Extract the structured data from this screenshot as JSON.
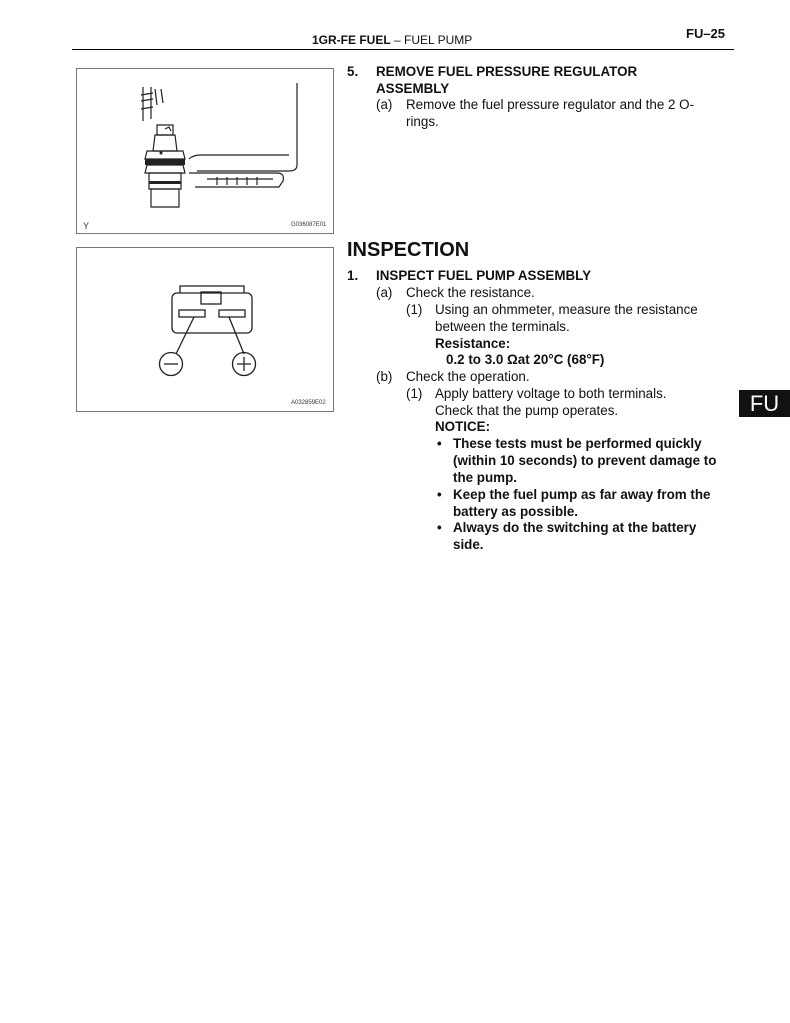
{
  "header": {
    "engine": "1GR-FE FUEL",
    "sep": "–",
    "section": "FUEL PUMP",
    "page": "FU–25"
  },
  "figures": {
    "fig1": {
      "corner_mark": "Y",
      "code": "G036087E01"
    },
    "fig2": {
      "code": "A032859E02",
      "minus_symbol": "−",
      "plus_symbol": "+"
    }
  },
  "step5": {
    "number": "5.",
    "title_line1": "REMOVE FUEL PRESSURE REGULATOR",
    "title_line2": "ASSEMBLY",
    "sub_a_label": "(a)",
    "sub_a_line1": "Remove the fuel pressure regulator and the 2 O-",
    "sub_a_line2": "rings."
  },
  "inspection": {
    "heading": "INSPECTION",
    "item1_number": "1.",
    "item1_title": "INSPECT FUEL PUMP ASSEMBLY",
    "a_label": "(a)",
    "a_text": "Check the resistance.",
    "a1_label": "(1)",
    "a1_line1": "Using an ohmmeter, measure the resistance",
    "a1_line2": "between the terminals.",
    "resistance_label": "Resistance:",
    "resistance_value": "0.2 to 3.0 Ωat 20°C (68°F)",
    "b_label": "(b)",
    "b_text": "Check the operation.",
    "b1_label": "(1)",
    "b1_line1": "Apply battery voltage to both terminals.",
    "b1_line2": "Check that the pump operates.",
    "notice_label": "NOTICE:",
    "bullet": "•",
    "notice1_line1": "These tests must be performed quickly",
    "notice1_line2": "(within 10 seconds) to prevent damage to",
    "notice1_line3": "the pump.",
    "notice2_line1": "Keep the fuel pump as far away from the",
    "notice2_line2": "battery as possible.",
    "notice3_line1": "Always do the switching at the battery",
    "notice3_line2": "side."
  },
  "side_tab": "FU"
}
